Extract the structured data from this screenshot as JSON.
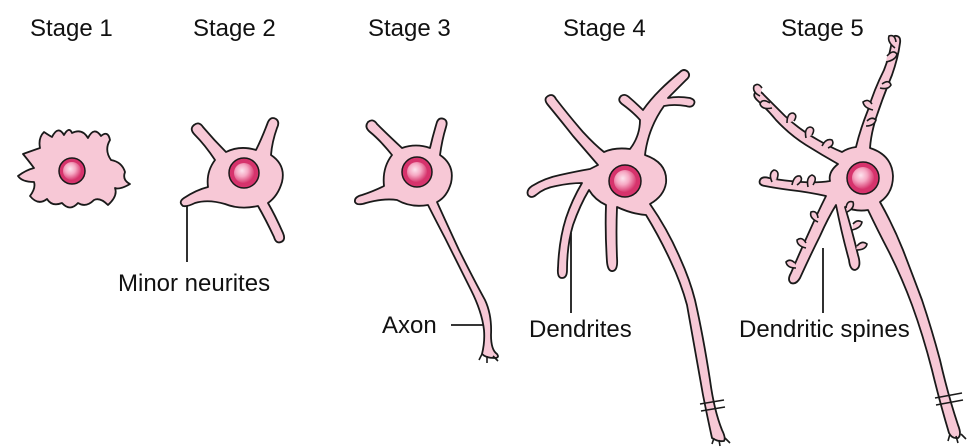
{
  "stages": [
    {
      "title": "Stage 1"
    },
    {
      "title": "Stage 2"
    },
    {
      "title": "Stage 3"
    },
    {
      "title": "Stage 4"
    },
    {
      "title": "Stage 5"
    }
  ],
  "labels": {
    "minor_neurites": "Minor neurites",
    "axon": "Axon",
    "dendrites": "Dendrites",
    "dendritic_spines": "Dendritic spines"
  },
  "colors": {
    "cell_fill": "#f7c8d6",
    "outline": "#1a1a1a",
    "nucleus_outer": "#d6336c",
    "nucleus_inner": "#f6a9c4",
    "nucleus_highlight": "#fde4ee"
  }
}
